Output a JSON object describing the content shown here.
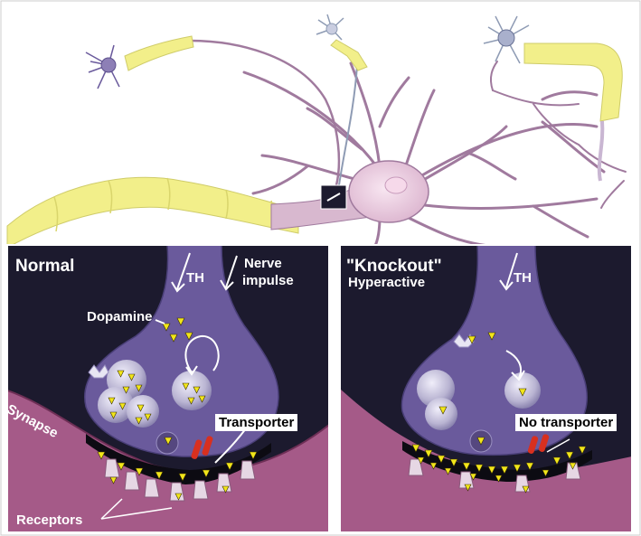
{
  "normal_panel": {
    "title": "Normal",
    "th_label": "TH",
    "nerve_impulse_line1": "Nerve",
    "nerve_impulse_line2": "impulse",
    "dopamine_label": "Dopamine",
    "synapse_label": "Synapse",
    "transporter_label": "Transporter",
    "receptors_label": "Receptors"
  },
  "knockout_panel": {
    "title_line1": "\"Knockout\"",
    "title_line2": "Hyperactive",
    "th_label": "TH",
    "no_transporter_label": "No transporter"
  },
  "colors": {
    "axon_yellow": "#f2ef8a",
    "neuron_body": "#e8c9df",
    "neuron_dendrite": "#a07a9e",
    "terminal_purple": "#6a5a9c",
    "synaptic_cleft": "#111111",
    "postsynaptic": "#a55a88",
    "dopamine": "#f2e61a",
    "transporter": "#d8301f",
    "panel_background": "#1c1a2e"
  }
}
